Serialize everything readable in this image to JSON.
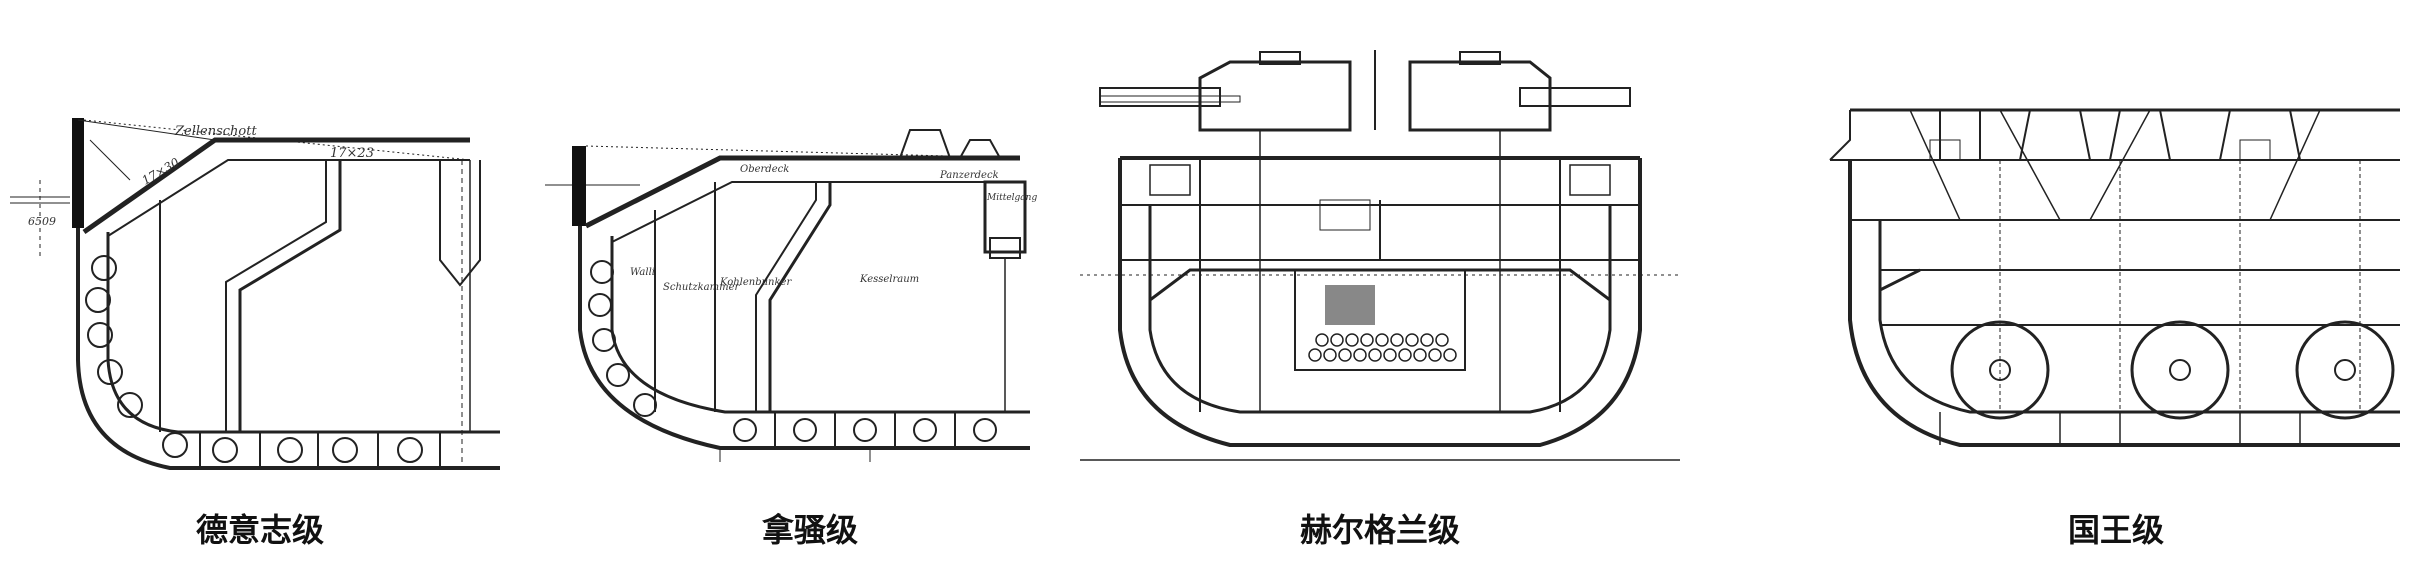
{
  "panels": [
    {
      "caption": "德意志级",
      "annotations": [
        "Zellenschott",
        "17×23",
        "17×30",
        "6509"
      ]
    },
    {
      "caption": "拿骚级",
      "annotations": [
        "Oberdeck",
        "Panzerdeck",
        "Walli",
        "Schutzkammer",
        "Kohlenbunker",
        "Kesselraum",
        "Mittelgang"
      ]
    },
    {
      "caption": "赫尔格兰级",
      "annotations": []
    },
    {
      "caption": "国王级",
      "annotations": []
    }
  ]
}
